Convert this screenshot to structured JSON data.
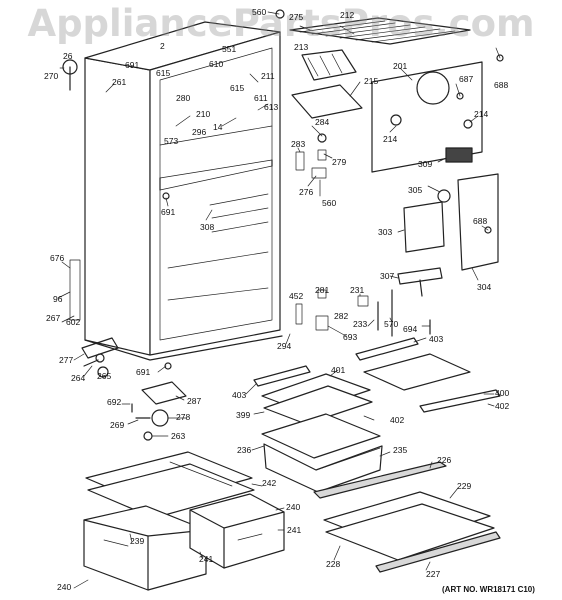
{
  "watermark": "AppliancePartsPros.com",
  "art_number": "(ART NO. WR18171 C10)",
  "callouts": [
    "560",
    "275",
    "212",
    "551",
    "2",
    "26",
    "691",
    "615",
    "610",
    "270",
    "261",
    "211",
    "213",
    "201",
    "687",
    "688",
    "280",
    "615",
    "611",
    "215",
    "613",
    "210",
    "14",
    "296",
    "573",
    "284",
    "279",
    "214",
    "214",
    "283",
    "309",
    "276",
    "560",
    "305",
    "691",
    "308",
    "688",
    "303",
    "676",
    "307",
    "96",
    "281",
    "231",
    "304",
    "267",
    "452",
    "282",
    "233",
    "570",
    "602",
    "694",
    "693",
    "403",
    "294",
    "277",
    "264",
    "265",
    "691",
    "401",
    "287",
    "403",
    "400",
    "692",
    "278",
    "399",
    "402",
    "402",
    "269",
    "263",
    "236",
    "235",
    "226",
    "242",
    "229",
    "239",
    "240",
    "241",
    "241",
    "228",
    "227",
    "240"
  ]
}
